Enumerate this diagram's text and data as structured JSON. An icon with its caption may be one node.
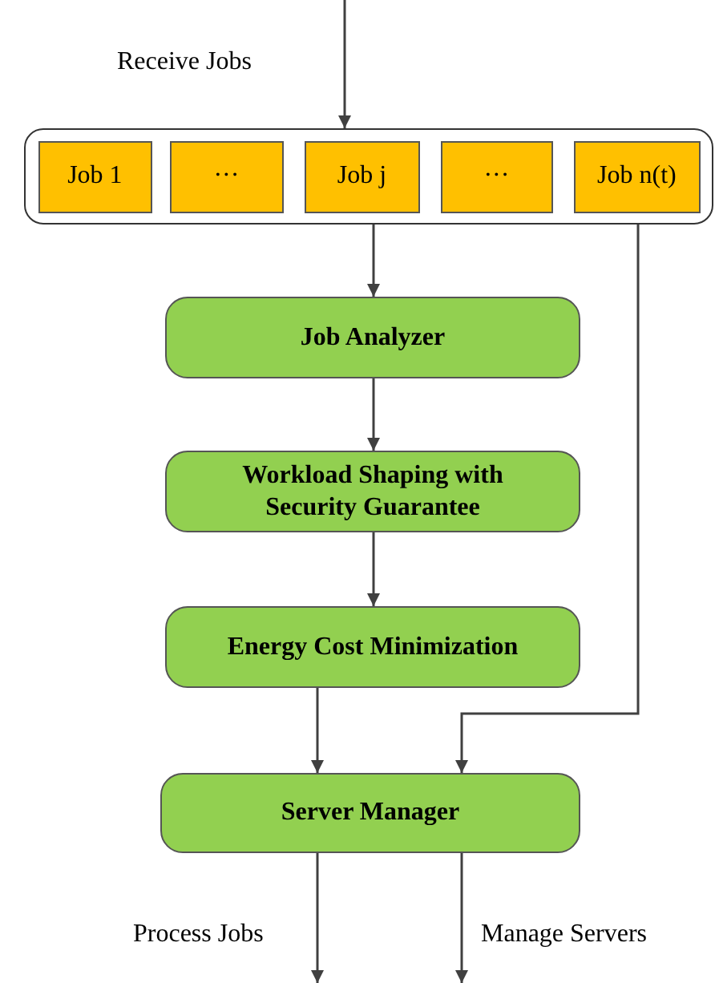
{
  "diagram": {
    "nodes": [
      {
        "text": [],
        "shape": "box"
      },
      {
        "text": [
          "Job 1"
        ],
        "in": 0
      },
      {
        "text": [
          "···"
        ],
        "in": 0
      },
      {
        "text": [
          "Job j"
        ],
        "in": 0
      },
      {
        "text": [
          "···"
        ],
        "in": 0
      },
      {
        "text": [
          "Job n(t)"
        ],
        "in": 0
      },
      {
        "text": [
          "Job Analyzer"
        ]
      },
      {
        "text": [
          "Workload Shaping with Security Guarantee"
        ]
      },
      {
        "text": [
          "Energy Cost Minimization"
        ]
      },
      {
        "text": [
          "Server Manager"
        ]
      }
    ],
    "edges": [
      {
        "from": null,
        "to": 0,
        "arrow": "to",
        "label": "Receive Jobs"
      },
      {
        "from": 0,
        "to": 6,
        "arrow": "to"
      },
      {
        "from": 6,
        "to": 7,
        "arrow": "to"
      },
      {
        "from": 7,
        "to": 8,
        "arrow": "to"
      },
      {
        "from": 8,
        "to": 9,
        "arrow": "to"
      },
      {
        "from": 5,
        "to": 9,
        "arrow": "to"
      },
      {
        "from": 9,
        "to": null,
        "arrow": "to",
        "label": "Process Jobs"
      },
      {
        "from": 9,
        "to": null,
        "arrow": "to",
        "label": "Manage Servers"
      }
    ]
  }
}
